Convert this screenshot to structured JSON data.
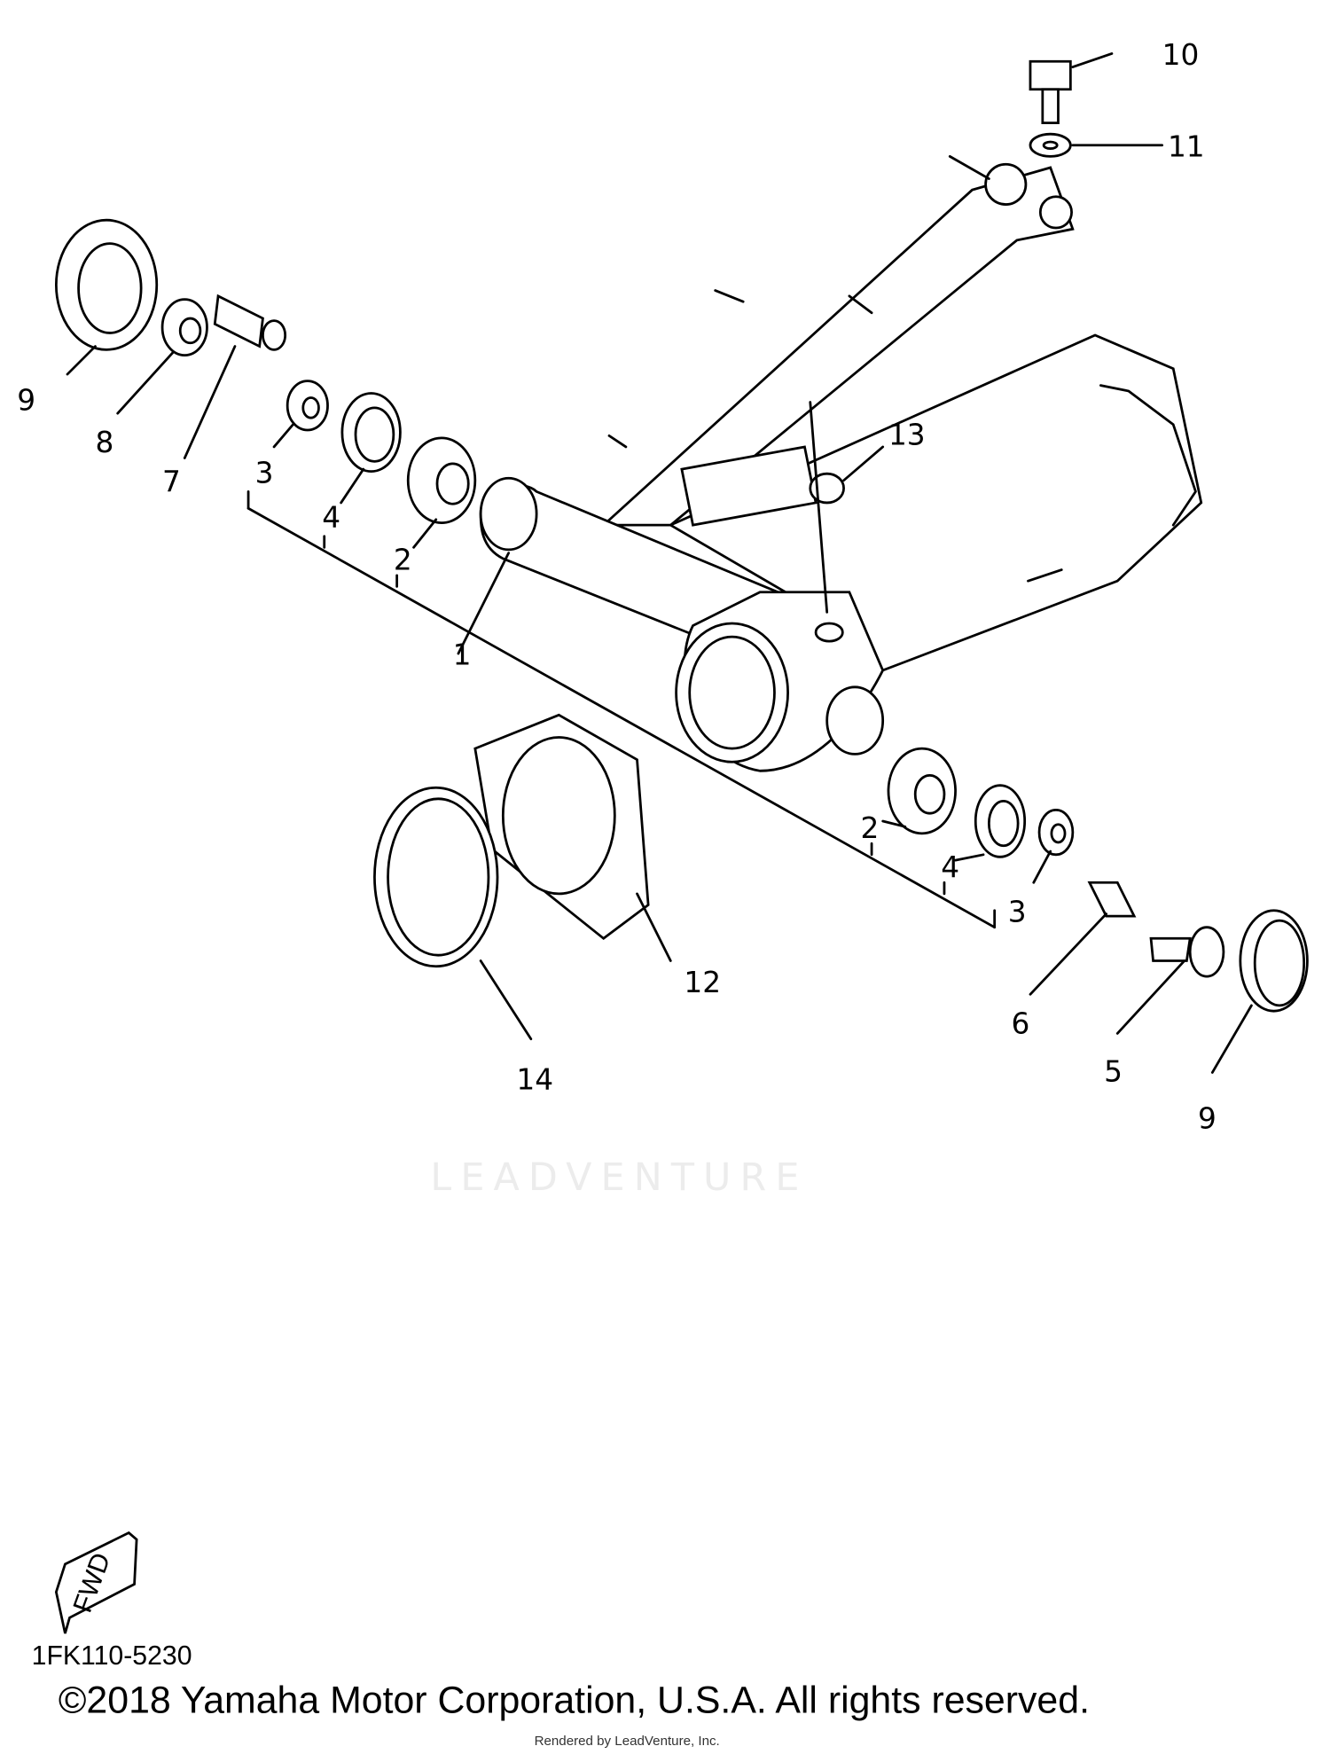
{
  "diagram": {
    "callouts": [
      "1",
      "2",
      "3",
      "4",
      "5",
      "6",
      "7",
      "8",
      "9",
      "10",
      "11",
      "12",
      "13",
      "14"
    ],
    "fwd_label": "FWD",
    "diagram_code": "1FK110-5230",
    "watermark": "LEADVENTURE"
  },
  "footer": {
    "copyright": "©2018 Yamaha Motor Corporation, U.S.A. All rights reserved.",
    "rendered_by": "Rendered by LeadVenture, Inc."
  }
}
